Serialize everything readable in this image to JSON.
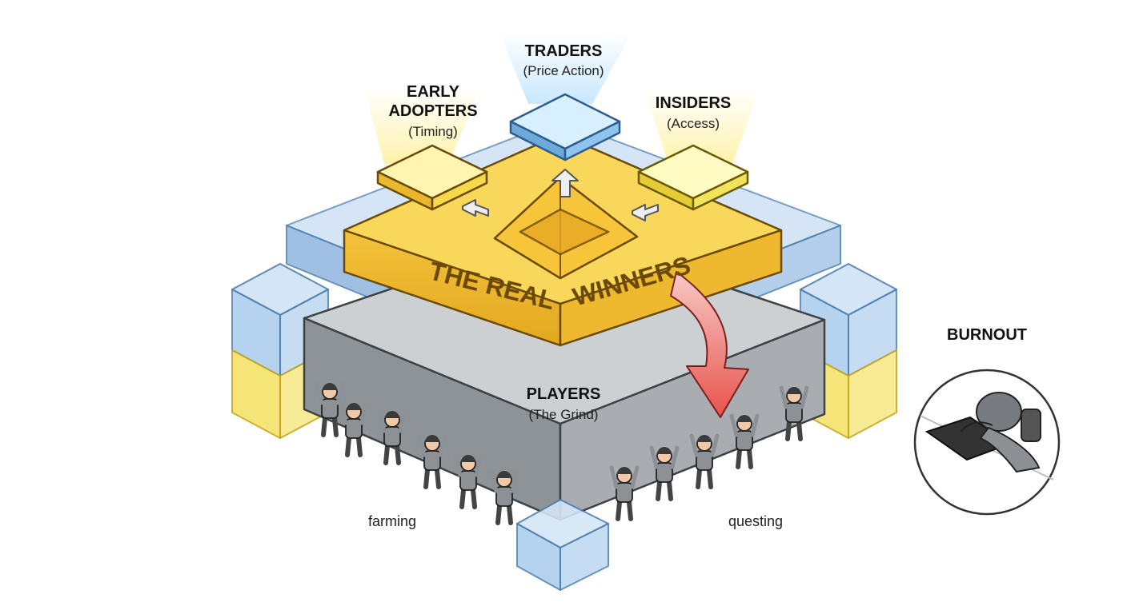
{
  "diagram": {
    "top_nodes": [
      {
        "id": "traders",
        "title": "TRADERS",
        "subtitle": "(Price Action)",
        "color": "#8fc4ee"
      },
      {
        "id": "early_adopters",
        "title_lines": [
          "EARLY",
          "ADOPTERS"
        ],
        "subtitle": "(Timing)",
        "color": "#f7d84a"
      },
      {
        "id": "insiders",
        "title": "INSIDERS",
        "subtitle": "(Access)",
        "color": "#f2e45a"
      }
    ],
    "winners_layer": {
      "words": [
        "THE REAL",
        "WINNERS"
      ],
      "color": "#f5c63a"
    },
    "players_layer": {
      "title": "PLAYERS",
      "subtitle": "(The Grind)",
      "color": "#a9adb1"
    },
    "activities": {
      "left": "farming",
      "right": "questing"
    },
    "burnout": {
      "title": "BURNOUT"
    },
    "colors": {
      "gold": "#f5c63a",
      "blue": "#9cc4e8",
      "yellow": "#f7e25c",
      "gray": "#a9adb1",
      "arrow": "#e9534d"
    }
  }
}
